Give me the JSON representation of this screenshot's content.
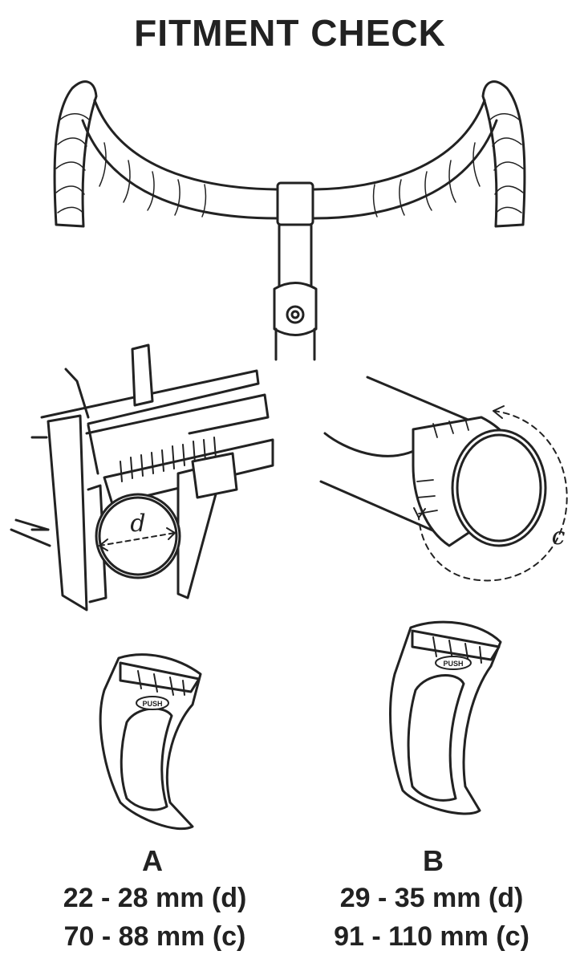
{
  "title": "FITMENT CHECK",
  "diagram_labels": {
    "diameter_symbol": "d",
    "circumference_symbol": "c",
    "push_label": "PUSH"
  },
  "sizes": [
    {
      "letter": "A",
      "diameter_range": "22 - 28 mm (d)",
      "circumference_range": "70 - 88 mm (c)"
    },
    {
      "letter": "B",
      "diameter_range": "29 - 35 mm (d)",
      "circumference_range": "91 - 110 mm (c)"
    }
  ],
  "colors": {
    "ink": "#222222",
    "background": "#ffffff"
  }
}
